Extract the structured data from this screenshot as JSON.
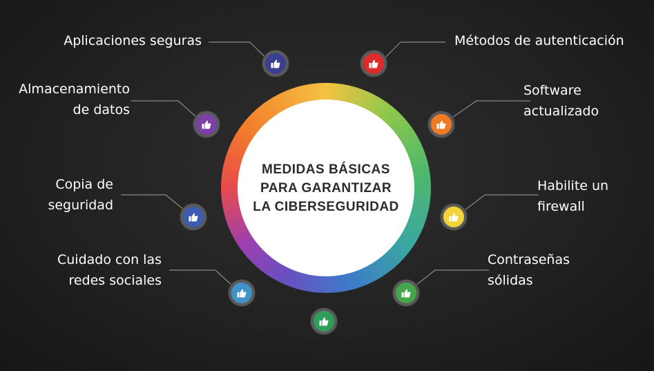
{
  "center": {
    "title": "MEDIDAS BÁSICAS PARA GARANTIZAR LA CIBERSEGURIDAD"
  },
  "items": [
    {
      "label": "Aplicaciones seguras",
      "color": "#3b3f8f"
    },
    {
      "label": "Métodos de autenticación",
      "color": "#e02b2b"
    },
    {
      "label": "Almacenamiento\nde datos",
      "color": "#7b3fa8"
    },
    {
      "label": "Software\nactualizado",
      "color": "#f07a23"
    },
    {
      "label": "Copia de\nseguridad",
      "color": "#3d5bb0"
    },
    {
      "label": "Habilite un\nfirewall",
      "color": "#f2d43a"
    },
    {
      "label": "Cuidado con las\nredes sociales",
      "color": "#3f93c7"
    },
    {
      "label": "Contraseñas\nsólidas",
      "color": "#44a64a"
    },
    {
      "label": "",
      "color": "#2f9e5a"
    }
  ],
  "icon": "thumbs-up-icon"
}
